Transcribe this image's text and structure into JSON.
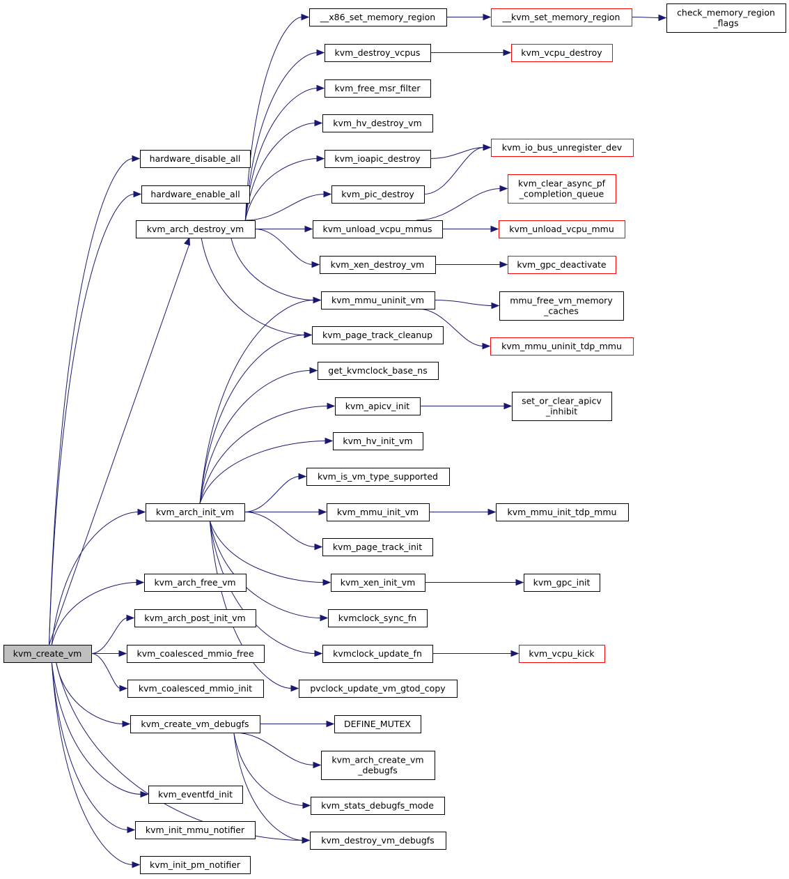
{
  "colors": {
    "edge": "#191970",
    "root_fill": "#bfbfbf",
    "node_border": "#000000",
    "truncated_border": "#ff0000"
  },
  "nodes": [
    {
      "id": "kvm_create_vm",
      "lines": [
        "kvm_create_vm"
      ],
      "root": true
    },
    {
      "id": "hardware_disable_all",
      "lines": [
        "hardware_disable_all"
      ]
    },
    {
      "id": "hardware_enable_all",
      "lines": [
        "hardware_enable_all"
      ]
    },
    {
      "id": "kvm_arch_destroy_vm",
      "lines": [
        "kvm_arch_destroy_vm"
      ]
    },
    {
      "id": "kvm_arch_init_vm",
      "lines": [
        "kvm_arch_init_vm"
      ]
    },
    {
      "id": "kvm_arch_free_vm",
      "lines": [
        "kvm_arch_free_vm"
      ]
    },
    {
      "id": "kvm_arch_post_init_vm",
      "lines": [
        "kvm_arch_post_init_vm"
      ]
    },
    {
      "id": "kvm_coalesced_mmio_free",
      "lines": [
        "kvm_coalesced_mmio_free"
      ]
    },
    {
      "id": "kvm_coalesced_mmio_init",
      "lines": [
        "kvm_coalesced_mmio_init"
      ]
    },
    {
      "id": "kvm_create_vm_debugfs",
      "lines": [
        "kvm_create_vm_debugfs"
      ]
    },
    {
      "id": "kvm_eventfd_init",
      "lines": [
        "kvm_eventfd_init"
      ]
    },
    {
      "id": "kvm_init_mmu_notifier",
      "lines": [
        "kvm_init_mmu_notifier"
      ]
    },
    {
      "id": "kvm_init_pm_notifier",
      "lines": [
        "kvm_init_pm_notifier"
      ]
    },
    {
      "id": "x86_set_memory_region",
      "lines": [
        "__x86_set_memory_region"
      ]
    },
    {
      "id": "kvm_destroy_vcpus",
      "lines": [
        "kvm_destroy_vcpus"
      ]
    },
    {
      "id": "kvm_free_msr_filter",
      "lines": [
        "kvm_free_msr_filter"
      ]
    },
    {
      "id": "kvm_hv_destroy_vm",
      "lines": [
        "kvm_hv_destroy_vm"
      ]
    },
    {
      "id": "kvm_ioapic_destroy",
      "lines": [
        "kvm_ioapic_destroy"
      ]
    },
    {
      "id": "kvm_pic_destroy",
      "lines": [
        "kvm_pic_destroy"
      ]
    },
    {
      "id": "kvm_unload_vcpu_mmus",
      "lines": [
        "kvm_unload_vcpu_mmus"
      ]
    },
    {
      "id": "kvm_xen_destroy_vm",
      "lines": [
        "kvm_xen_destroy_vm"
      ]
    },
    {
      "id": "kvm_mmu_uninit_vm",
      "lines": [
        "kvm_mmu_uninit_vm"
      ]
    },
    {
      "id": "kvm_page_track_cleanup",
      "lines": [
        "kvm_page_track_cleanup"
      ]
    },
    {
      "id": "get_kvmclock_base_ns",
      "lines": [
        "get_kvmclock_base_ns"
      ]
    },
    {
      "id": "kvm_apicv_init",
      "lines": [
        "kvm_apicv_init"
      ]
    },
    {
      "id": "kvm_hv_init_vm",
      "lines": [
        "kvm_hv_init_vm"
      ]
    },
    {
      "id": "kvm_is_vm_type_supported",
      "lines": [
        "kvm_is_vm_type_supported"
      ]
    },
    {
      "id": "kvm_mmu_init_vm",
      "lines": [
        "kvm_mmu_init_vm"
      ]
    },
    {
      "id": "kvm_page_track_init",
      "lines": [
        "kvm_page_track_init"
      ]
    },
    {
      "id": "kvm_xen_init_vm",
      "lines": [
        "kvm_xen_init_vm"
      ]
    },
    {
      "id": "kvmclock_sync_fn",
      "lines": [
        "kvmclock_sync_fn"
      ]
    },
    {
      "id": "kvmclock_update_fn",
      "lines": [
        "kvmclock_update_fn"
      ]
    },
    {
      "id": "pvclock_update_vm_gtod_copy",
      "lines": [
        "pvclock_update_vm_gtod_copy"
      ]
    },
    {
      "id": "DEFINE_MUTEX",
      "lines": [
        "DEFINE_MUTEX"
      ]
    },
    {
      "id": "kvm_arch_create_vm_debugfs",
      "lines": [
        "kvm_arch_create_vm",
        "_debugfs"
      ]
    },
    {
      "id": "kvm_stats_debugfs_mode",
      "lines": [
        "kvm_stats_debugfs_mode"
      ]
    },
    {
      "id": "kvm_destroy_vm_debugfs",
      "lines": [
        "kvm_destroy_vm_debugfs"
      ]
    },
    {
      "id": "kvm_set_memory_region",
      "lines": [
        "__kvm_set_memory_region"
      ],
      "truncated": true
    },
    {
      "id": "kvm_vcpu_destroy",
      "lines": [
        "kvm_vcpu_destroy"
      ],
      "truncated": true
    },
    {
      "id": "kvm_io_bus_unregister_dev",
      "lines": [
        "kvm_io_bus_unregister_dev"
      ],
      "truncated": true
    },
    {
      "id": "kvm_clear_async_pf_completion_queue",
      "lines": [
        "kvm_clear_async_pf",
        "_completion_queue"
      ],
      "truncated": true
    },
    {
      "id": "kvm_unload_vcpu_mmu",
      "lines": [
        "kvm_unload_vcpu_mmu"
      ],
      "truncated": true
    },
    {
      "id": "kvm_gpc_deactivate",
      "lines": [
        "kvm_gpc_deactivate"
      ],
      "truncated": true
    },
    {
      "id": "mmu_free_vm_memory_caches",
      "lines": [
        "mmu_free_vm_memory",
        "_caches"
      ]
    },
    {
      "id": "kvm_mmu_uninit_tdp_mmu",
      "lines": [
        "kvm_mmu_uninit_tdp_mmu"
      ],
      "truncated": true
    },
    {
      "id": "set_or_clear_apicv_inhibit",
      "lines": [
        "set_or_clear_apicv",
        "_inhibit"
      ]
    },
    {
      "id": "kvm_mmu_init_tdp_mmu",
      "lines": [
        "kvm_mmu_init_tdp_mmu"
      ]
    },
    {
      "id": "kvm_gpc_init",
      "lines": [
        "kvm_gpc_init"
      ]
    },
    {
      "id": "kvm_vcpu_kick",
      "lines": [
        "kvm_vcpu_kick"
      ],
      "truncated": true
    },
    {
      "id": "check_memory_region_flags",
      "lines": [
        "check_memory_region",
        "_flags"
      ]
    }
  ],
  "edges": [
    [
      "kvm_create_vm",
      "hardware_disable_all"
    ],
    [
      "kvm_create_vm",
      "hardware_enable_all"
    ],
    [
      "kvm_create_vm",
      "kvm_arch_destroy_vm"
    ],
    [
      "kvm_create_vm",
      "kvm_arch_init_vm"
    ],
    [
      "kvm_create_vm",
      "kvm_arch_free_vm"
    ],
    [
      "kvm_create_vm",
      "kvm_arch_post_init_vm"
    ],
    [
      "kvm_create_vm",
      "kvm_coalesced_mmio_free"
    ],
    [
      "kvm_create_vm",
      "kvm_coalesced_mmio_init"
    ],
    [
      "kvm_create_vm",
      "kvm_create_vm_debugfs"
    ],
    [
      "kvm_create_vm",
      "kvm_eventfd_init"
    ],
    [
      "kvm_create_vm",
      "kvm_init_mmu_notifier"
    ],
    [
      "kvm_create_vm",
      "kvm_init_pm_notifier"
    ],
    [
      "kvm_create_vm",
      "kvm_destroy_vm_debugfs"
    ],
    [
      "kvm_arch_destroy_vm",
      "x86_set_memory_region"
    ],
    [
      "kvm_arch_destroy_vm",
      "kvm_destroy_vcpus"
    ],
    [
      "kvm_arch_destroy_vm",
      "kvm_free_msr_filter"
    ],
    [
      "kvm_arch_destroy_vm",
      "kvm_hv_destroy_vm"
    ],
    [
      "kvm_arch_destroy_vm",
      "kvm_ioapic_destroy"
    ],
    [
      "kvm_arch_destroy_vm",
      "kvm_pic_destroy"
    ],
    [
      "kvm_arch_destroy_vm",
      "kvm_unload_vcpu_mmus"
    ],
    [
      "kvm_arch_destroy_vm",
      "kvm_xen_destroy_vm"
    ],
    [
      "kvm_arch_destroy_vm",
      "kvm_mmu_uninit_vm"
    ],
    [
      "kvm_arch_destroy_vm",
      "kvm_page_track_cleanup"
    ],
    [
      "kvm_arch_init_vm",
      "kvm_mmu_uninit_vm"
    ],
    [
      "kvm_arch_init_vm",
      "kvm_page_track_cleanup"
    ],
    [
      "kvm_arch_init_vm",
      "get_kvmclock_base_ns"
    ],
    [
      "kvm_arch_init_vm",
      "kvm_apicv_init"
    ],
    [
      "kvm_arch_init_vm",
      "kvm_hv_init_vm"
    ],
    [
      "kvm_arch_init_vm",
      "kvm_is_vm_type_supported"
    ],
    [
      "kvm_arch_init_vm",
      "kvm_mmu_init_vm"
    ],
    [
      "kvm_arch_init_vm",
      "kvm_page_track_init"
    ],
    [
      "kvm_arch_init_vm",
      "kvm_xen_init_vm"
    ],
    [
      "kvm_arch_init_vm",
      "kvmclock_sync_fn"
    ],
    [
      "kvm_arch_init_vm",
      "kvmclock_update_fn"
    ],
    [
      "kvm_arch_init_vm",
      "pvclock_update_vm_gtod_copy"
    ],
    [
      "kvm_create_vm_debugfs",
      "DEFINE_MUTEX"
    ],
    [
      "kvm_create_vm_debugfs",
      "kvm_arch_create_vm_debugfs"
    ],
    [
      "kvm_create_vm_debugfs",
      "kvm_stats_debugfs_mode"
    ],
    [
      "kvm_create_vm_debugfs",
      "kvm_destroy_vm_debugfs"
    ],
    [
      "x86_set_memory_region",
      "kvm_set_memory_region"
    ],
    [
      "kvm_set_memory_region",
      "check_memory_region_flags"
    ],
    [
      "kvm_destroy_vcpus",
      "kvm_vcpu_destroy"
    ],
    [
      "kvm_ioapic_destroy",
      "kvm_io_bus_unregister_dev"
    ],
    [
      "kvm_pic_destroy",
      "kvm_io_bus_unregister_dev"
    ],
    [
      "kvm_unload_vcpu_mmus",
      "kvm_clear_async_pf_completion_queue"
    ],
    [
      "kvm_unload_vcpu_mmus",
      "kvm_unload_vcpu_mmu"
    ],
    [
      "kvm_xen_destroy_vm",
      "kvm_gpc_deactivate"
    ],
    [
      "kvm_mmu_uninit_vm",
      "mmu_free_vm_memory_caches"
    ],
    [
      "kvm_mmu_uninit_vm",
      "kvm_mmu_uninit_tdp_mmu"
    ],
    [
      "kvm_apicv_init",
      "set_or_clear_apicv_inhibit"
    ],
    [
      "kvm_mmu_init_vm",
      "kvm_mmu_init_tdp_mmu"
    ],
    [
      "kvm_xen_init_vm",
      "kvm_gpc_init"
    ],
    [
      "kvmclock_update_fn",
      "kvm_vcpu_kick"
    ]
  ]
}
